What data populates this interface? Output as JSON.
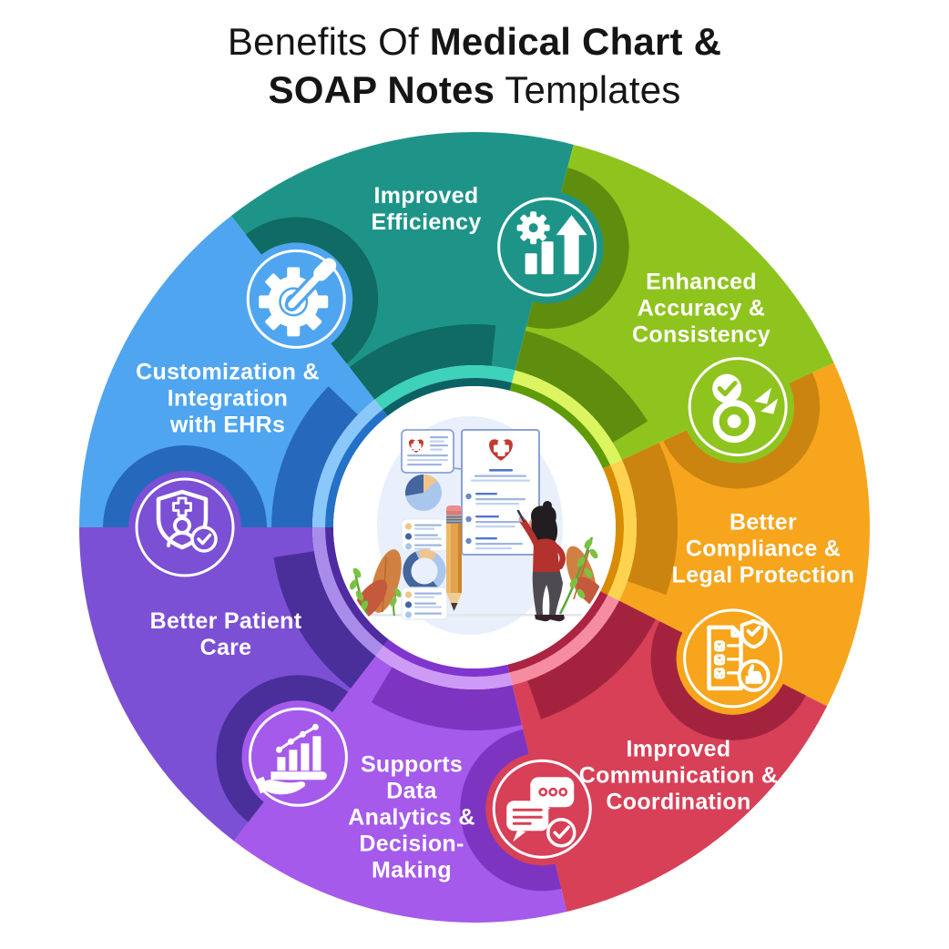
{
  "title": {
    "line1_normal": "Benefits Of ",
    "line1_bold": "Medical Chart &",
    "line2_bold": "SOAP Notes",
    "line2_normal": " Templates"
  },
  "background_color": "#FFFFFF",
  "wheel": {
    "center_illustration": "medical-chart-illustration",
    "segments": [
      {
        "id": "improved-efficiency",
        "label": "Improved\nEfficiency",
        "icon": "gear-chart-arrow-icon",
        "color": "#1E9489",
        "shadow_on_segment": "#0F6B63",
        "rim_bright": "#3ED2BB",
        "rim_line": "#0C6165",
        "start": 322,
        "end": 374.5
      },
      {
        "id": "enhanced-accuracy-consistency",
        "label": "Enhanced\nAccuracy &\nConsistency",
        "icon": "target-checkmark-icon",
        "color": "#8FC31E",
        "shadow_on_segment": "#5F8E0E",
        "rim_bright": "#DCF45F",
        "rim_line": "#5E9B07",
        "start": 374.5,
        "end": 425.4
      },
      {
        "id": "better-compliance-legal-protection",
        "label": "Better\nCompliance &\nLegal Protection",
        "icon": "checklist-shield-thumbs-icon",
        "color": "#F6A51C",
        "shadow_on_segment": "#CC8410",
        "rim_bright": "#FFD34F",
        "rim_line": "#D88C04",
        "start": 425.4,
        "end": 476.9
      },
      {
        "id": "improved-communication-coordination",
        "label": "Improved\nCommunication &\nCoordination",
        "icon": "chat-bubbles-check-icon",
        "color": "#D74057",
        "shadow_on_segment": "#A3233F",
        "rim_bright": "#F58CA0",
        "rim_line": "#AD2342",
        "start": 476.9,
        "end": 526.5
      },
      {
        "id": "supports-data-analytics-decision-making",
        "label": "Supports\nData\nAnalytics &\nDecision-\nMaking",
        "icon": "hand-bar-chart-icon",
        "color": "#A55AEB",
        "shadow_on_segment": "#7D35C1",
        "rim_bright": "#CD9BF5",
        "rim_line": "#7F35CE",
        "start": 526.5,
        "end": 577.5
      },
      {
        "id": "better-patient-care",
        "label": "Better Patient\nCare",
        "icon": "shield-patient-check-icon",
        "color": "#7B50D4",
        "shadow_on_segment": "#4A2F9B",
        "rim_bright": "#A98BEA",
        "rim_line": "#4E2BA0",
        "start": 577.5,
        "end": 630
      },
      {
        "id": "customization-integration-ehrs",
        "label": "Customization &\nIntegration\nwith EHRs",
        "icon": "gear-screwdriver-icon",
        "color": "#4FA5EF",
        "shadow_on_segment": "#2668BC",
        "rim_bright": "#8AC8FA",
        "rim_line": "#2471C8",
        "start": 630,
        "end": 682
      }
    ]
  }
}
